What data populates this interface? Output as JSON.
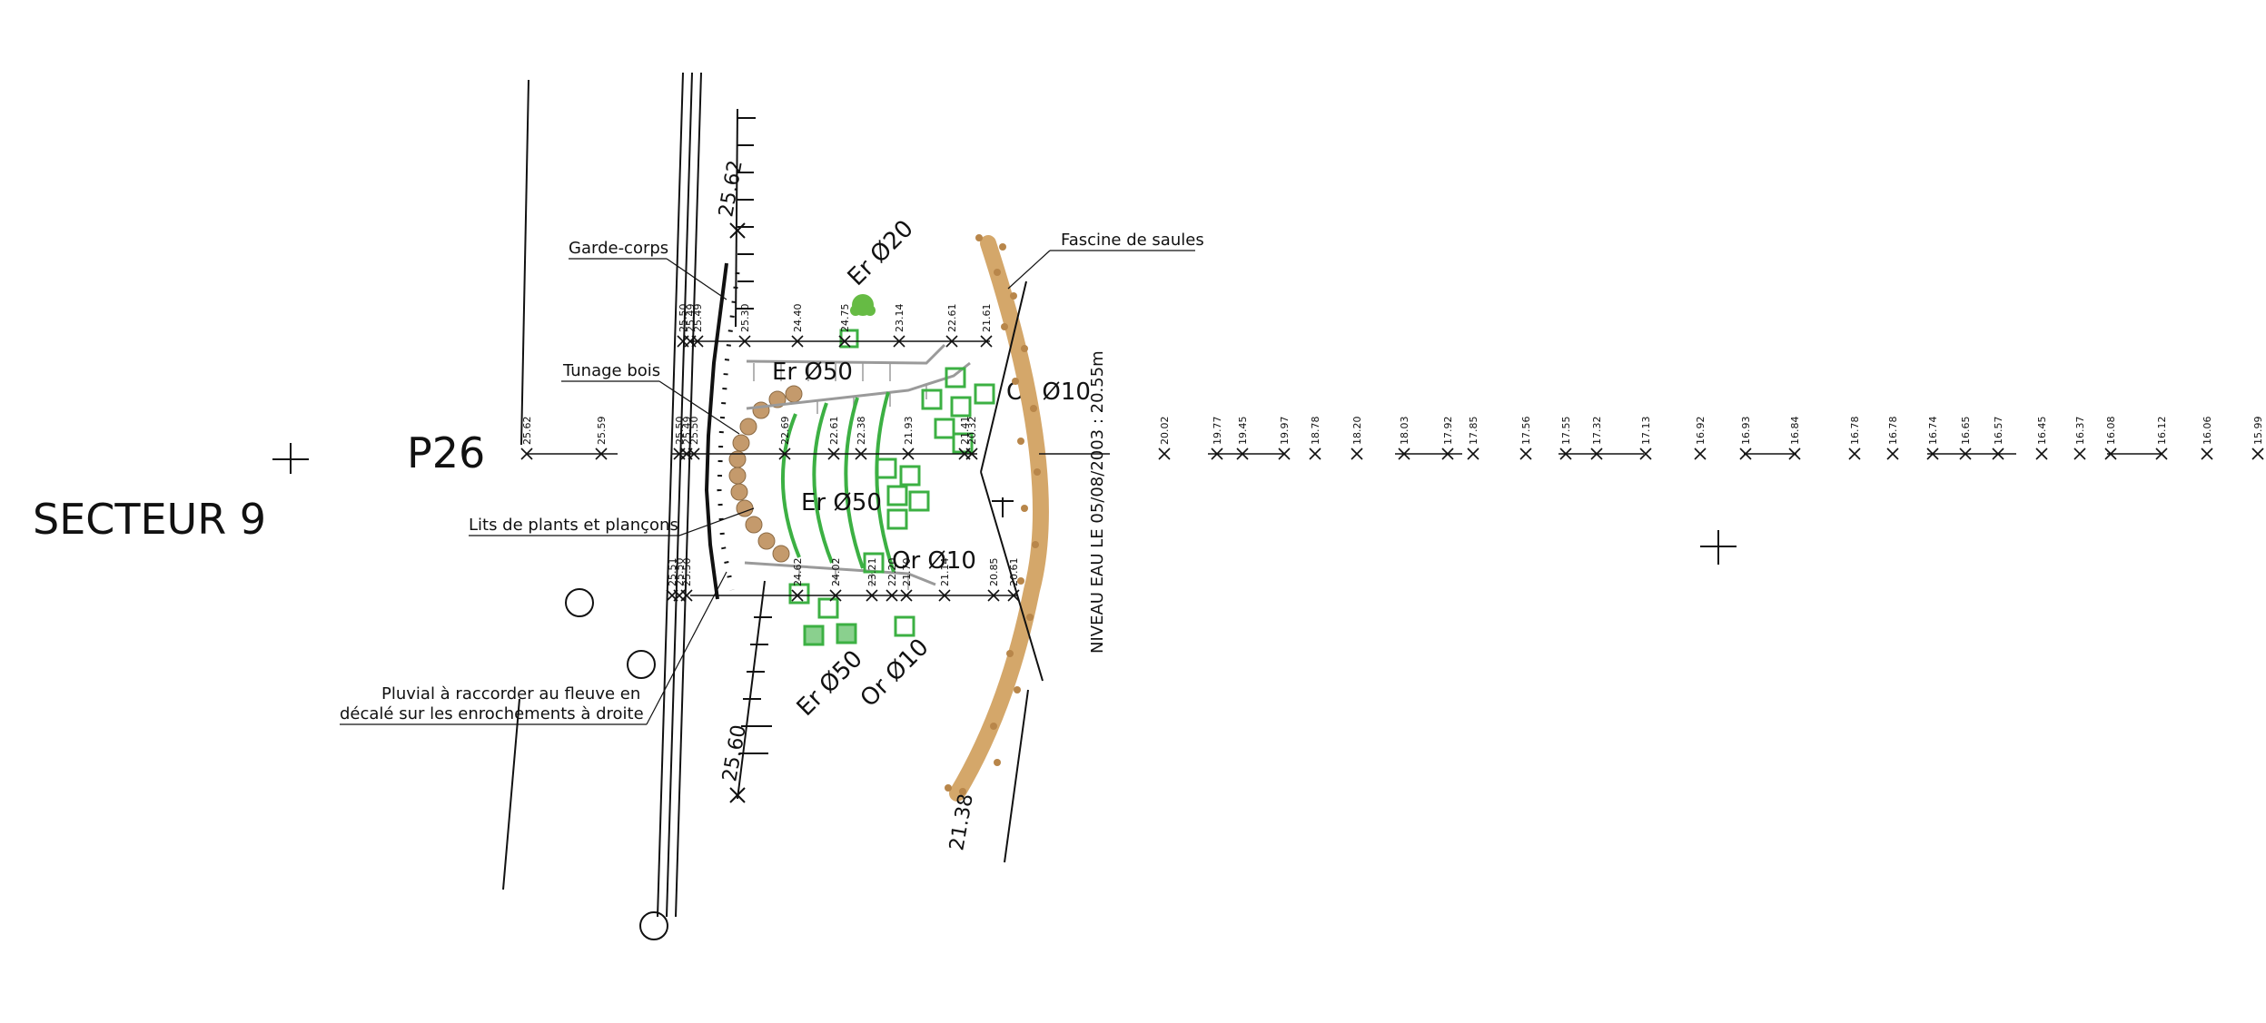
{
  "sector_title": "SECTEUR 9",
  "profile_label": "P26",
  "labels": {
    "garde_corps": "Garde-corps",
    "tunage_bois": "Tunage bois",
    "lits_plants": "Lits de plants et plançons",
    "pluvial_line1": "Pluvial à raccorder au fleuve en",
    "pluvial_line2": "décalé sur les enrochements à droite",
    "fascine": "Fascine de saules",
    "niveau_eau": "NIVEAU EAU LE 05/08/2003 : 20.55m"
  },
  "plants": {
    "er20": "Er Ø20",
    "er50_top": "Er Ø50",
    "er50_mid": "Er Ø50",
    "er50_bottom": "Er Ø50",
    "or10_right": "Or Ø10",
    "or10_mid": "Or Ø10",
    "or10_bottom": "Or Ø10"
  },
  "levels": {
    "top_axis": "25.62",
    "bottom_axis": "25.60",
    "fascine_bottom": "21.38"
  },
  "profile_levels": [
    "25.62",
    "25.59",
    "25.50",
    "25.49",
    "25.50",
    "20.02",
    "19.77",
    "19.45",
    "19.97",
    "18.78",
    "18.20",
    "18.03",
    "17.92",
    "17.85",
    "17.56",
    "17.55",
    "17.32",
    "17.13",
    "16.92",
    "16.93",
    "16.84",
    "16.78",
    "16.78",
    "16.74",
    "16.65",
    "16.57",
    "16.45",
    "16.37",
    "16.08",
    "16.12",
    "16.06",
    "15.99"
  ],
  "upper_levels": [
    "25.50",
    "25.49",
    "25.49",
    "25.30",
    "24.40",
    "24.75",
    "23.14",
    "22.61",
    "21.61"
  ],
  "middle_levels": [
    "22.69",
    "22.61",
    "22.38",
    "21.93",
    "21.41",
    "20.32"
  ],
  "lower_levels": [
    "25.51",
    "25.50",
    "25.50",
    "24.62",
    "24.02",
    "23.21",
    "22.20",
    "21.70",
    "21.14",
    "20.85",
    "20.61"
  ],
  "colors": {
    "line": "#111111",
    "plant_green": "#3cb043",
    "tree_green": "#66bb44",
    "fascine_tan": "#d4a76a",
    "fascine_stake": "#b8864a",
    "tunage_brown": "#c49a6c",
    "grey": "#9a9a9a"
  }
}
